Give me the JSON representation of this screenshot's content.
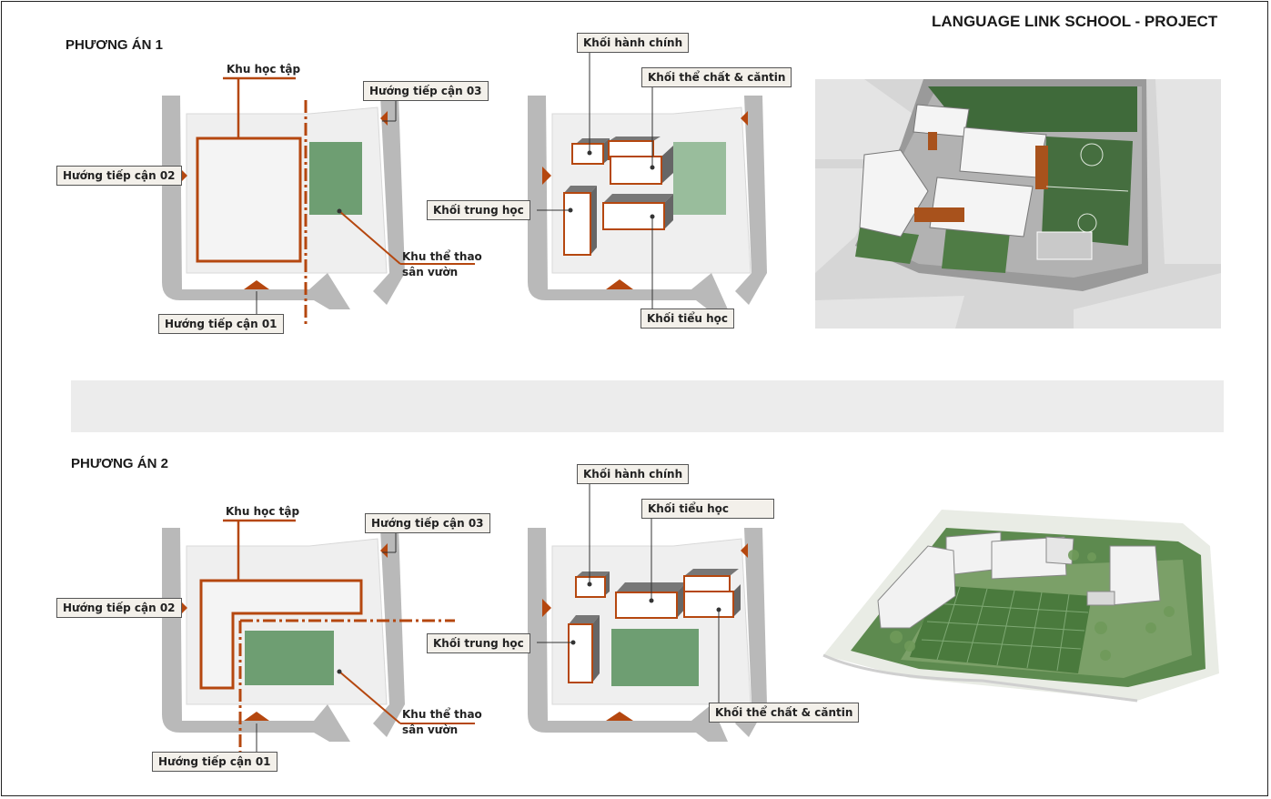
{
  "header": {
    "project_title": "LANGUAGE LINK SCHOOL - PROJECT"
  },
  "option1": {
    "title": "PHƯƠNG ÁN 1",
    "zoning": {
      "study_area": "Khu học tập",
      "access_01": "Hướng tiếp cận 01",
      "access_02": "Hướng tiếp cận 02",
      "access_03": "Hướng tiếp cận 03",
      "sport_line1": "Khu thể thao",
      "sport_line2": "sân vườn"
    },
    "blocks": {
      "admin": "Khối hành chính",
      "gym_canteen": "Khối thể chất & căntin",
      "secondary": "Khối trung học",
      "primary": "Khối tiểu học"
    }
  },
  "option2": {
    "title": "PHƯƠNG ÁN 2",
    "zoning": {
      "study_area": "Khu học tập",
      "access_01": "Hướng tiếp cận 01",
      "access_02": "Hướng tiếp cận 02",
      "access_03": "Hướng tiếp cận 03",
      "sport_line1": "Khu thể thao",
      "sport_line2": "sân vườn"
    },
    "blocks": {
      "admin": "Khối hành chính",
      "primary": "Khối tiểu học",
      "secondary": "Khối trung học",
      "gym_canteen": "Khối thể chất & căntin"
    }
  },
  "colors": {
    "accent_orange": "#b5470f",
    "green_zone": "#6e9e72",
    "site_fill": "#efefef",
    "road_gray": "#b9b9b9"
  }
}
